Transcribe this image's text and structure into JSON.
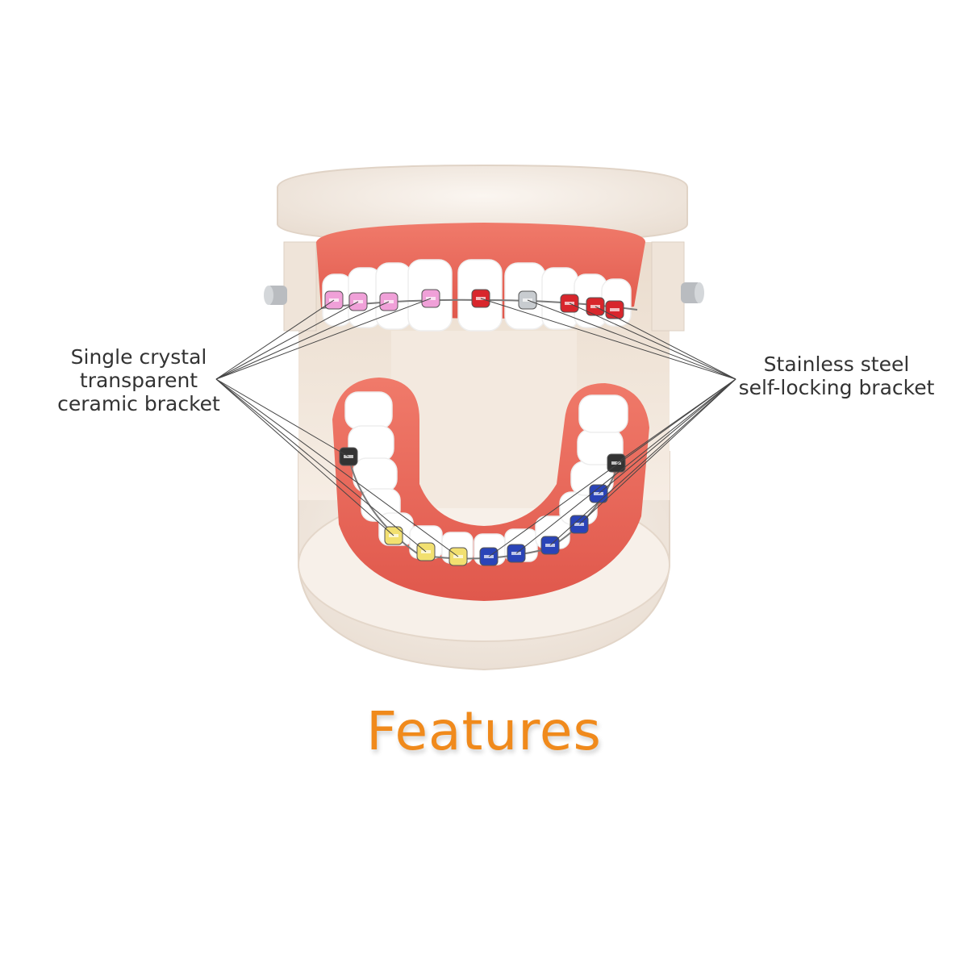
{
  "callouts": {
    "left": {
      "lines": [
        "Single crystal",
        "transparent",
        "ceramic bracket"
      ]
    },
    "right": {
      "lines": [
        "Stainless steel",
        "self-locking bracket"
      ]
    }
  },
  "title": "Features",
  "colors": {
    "title": "#f08a1c",
    "text": "#333333",
    "gum": "#ee6b5c",
    "gum_dark": "#d9534a",
    "base": "#f4ece4",
    "base_shade": "#e6d9cc",
    "tooth": "#ffffff",
    "bracket_pink": "#f0a0d8",
    "bracket_red": "#d8262c",
    "bracket_silver": "#c8ccd0",
    "bracket_yellow": "#f2e070",
    "bracket_blue": "#2a44b8",
    "bracket_black": "#333333",
    "leader": "#444444"
  },
  "brackets": {
    "upper": [
      "pink",
      "pink",
      "pink",
      "pink",
      "red",
      "silver",
      "red",
      "red",
      "red"
    ],
    "lower": [
      "black",
      "yellow",
      "yellow",
      "yellow",
      "blue",
      "blue",
      "blue",
      "blue",
      "blue",
      "black"
    ]
  }
}
